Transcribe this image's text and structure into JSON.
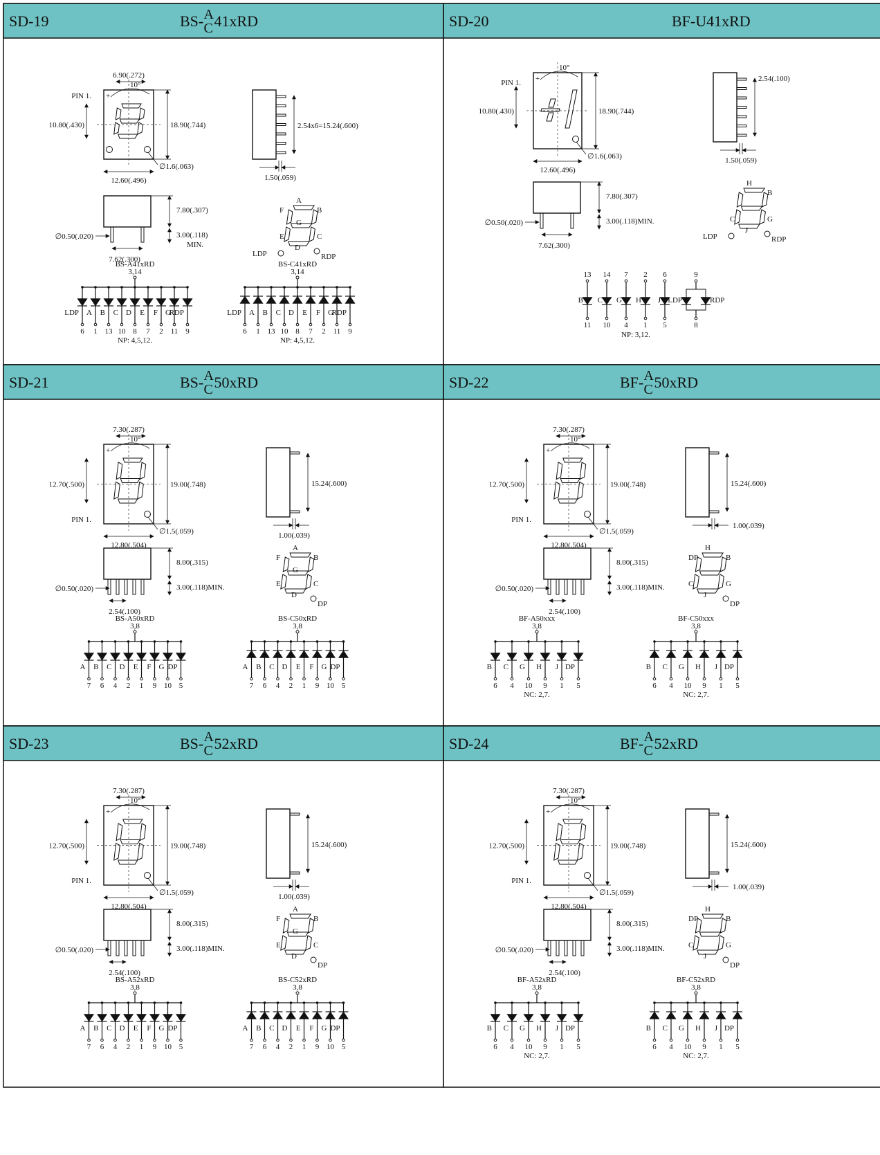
{
  "panels": [
    {
      "id": "SD-19",
      "title": {
        "prefix": "BS-",
        "sup": "A",
        "sub": "C",
        "suffix": "41xRD"
      },
      "front": {
        "width_dim": "6.90(.272)",
        "pin1": "PIN 1.",
        "angle": "10°",
        "height_dim": "10.80(.430)",
        "total_height": "18.90(.744)",
        "base_width": "12.60(.496)",
        "hole": "∅1.6(.063)"
      },
      "side": {
        "pitch": "2.54x6=15.24(.600)",
        "thickness": "1.50(.059)"
      },
      "bottom": {
        "height": "7.80(.307)",
        "pin_dia": "∅0.50(.020)",
        "pin_len": "3.00(.118)",
        "pin_len2": "MIN.",
        "spacing": "7.62(.300)"
      },
      "segment": {
        "labels": [
          "A",
          "B",
          "C",
          "D",
          "E",
          "F",
          "G"
        ],
        "ldp": "LDP",
        "rdp": "RDP"
      },
      "circuits": [
        {
          "name": "BS-A41xRD",
          "common": "3,14",
          "labels": [
            "LDP",
            "A",
            "B",
            "C",
            "D",
            "E",
            "F",
            "G",
            "RDP"
          ],
          "pins": [
            "6",
            "1",
            "13",
            "10",
            "8",
            "7",
            "2",
            "11",
            "9"
          ],
          "note": "NP: 4,5,12.",
          "polarity": "anode"
        },
        {
          "name": "BS-C41xRD",
          "common": "3,14",
          "labels": [
            "LDP",
            "A",
            "B",
            "C",
            "D",
            "E",
            "F",
            "G",
            "RDP"
          ],
          "pins": [
            "6",
            "1",
            "13",
            "10",
            "8",
            "7",
            "2",
            "11",
            "9"
          ],
          "note": "NP: 4,5,12.",
          "polarity": "cathode"
        }
      ]
    },
    {
      "id": "SD-20",
      "title": {
        "prefix": "BF-U41xRD",
        "sup": "",
        "sub": "",
        "suffix": ""
      },
      "front": {
        "width_dim": "",
        "pin1": "PIN 1.",
        "angle": "10°",
        "height_dim": "10.80(.430)",
        "total_height": "18.90(.744)",
        "base_width": "12.60(.496)",
        "hole": "∅1.6(.063)"
      },
      "side": {
        "pitch": "2.54(.100)",
        "thickness": "1.50(.059)"
      },
      "bottom": {
        "height": "7.80(.307)",
        "pin_dia": "∅0.50(.020)",
        "pin_len": "3.00(.118)MIN.",
        "pin_len2": "",
        "spacing": "7.62(.300)"
      },
      "segment": {
        "labels": [
          "H",
          "B",
          "G",
          "J",
          "C"
        ],
        "ldp": "LDP",
        "rdp": "RDP"
      },
      "circuits": [
        {
          "name": "",
          "common": "",
          "top_pins": [
            "13",
            "14",
            "7",
            "2",
            "6",
            "9"
          ],
          "labels": [
            "B",
            "C",
            "G",
            "H",
            "J",
            "LDP",
            "RDP"
          ],
          "pins": [
            "11",
            "10",
            "4",
            "1",
            "5",
            "8"
          ],
          "note": "NP: 3,12.",
          "polarity": "pair"
        }
      ]
    },
    {
      "id": "SD-21",
      "title": {
        "prefix": "BS-",
        "sup": "A",
        "sub": "C",
        "suffix": "50xRD"
      },
      "front": {
        "width_dim": "7.30(.287)",
        "pin1": "PIN 1.",
        "angle": "10°",
        "height_dim": "12.70(.500)",
        "total_height": "19.00(.748)",
        "base_width": "12.80(.504)",
        "hole": "∅1.5(.059)"
      },
      "side": {
        "pitch": "15.24(.600)",
        "thickness": "1.00(.039)"
      },
      "bottom": {
        "height": "8.00(.315)",
        "pin_dia": "∅0.50(.020)",
        "pin_len": "3.00(.118)MIN.",
        "pin_len2": "",
        "spacing": "2.54(.100)"
      },
      "segment": {
        "labels": [
          "A",
          "B",
          "C",
          "D",
          "E",
          "F",
          "G"
        ],
        "ldp": "",
        "rdp": "DP"
      },
      "circuits": [
        {
          "name": "BS-A50xRD",
          "common": "3,8",
          "labels": [
            "A",
            "B",
            "C",
            "D",
            "E",
            "F",
            "G",
            "DP"
          ],
          "pins": [
            "7",
            "6",
            "4",
            "2",
            "1",
            "9",
            "10",
            "5"
          ],
          "note": "",
          "polarity": "anode"
        },
        {
          "name": "BS-C50xRD",
          "common": "3,8",
          "labels": [
            "A",
            "B",
            "C",
            "D",
            "E",
            "F",
            "G",
            "DP"
          ],
          "pins": [
            "7",
            "6",
            "4",
            "2",
            "1",
            "9",
            "10",
            "5"
          ],
          "note": "",
          "polarity": "cathode"
        }
      ]
    },
    {
      "id": "SD-22",
      "title": {
        "prefix": "BF-",
        "sup": "A",
        "sub": "C",
        "suffix": "50xRD"
      },
      "front": {
        "width_dim": "7.30(.287)",
        "pin1": "PIN 1.",
        "angle": "10°",
        "height_dim": "12.70(.500)",
        "total_height": "19.00(.748)",
        "base_width": "12.80(.504)",
        "hole": "∅1.5(.059)"
      },
      "side": {
        "pitch": "15.24(.600)",
        "thickness": "1.00(.039)"
      },
      "bottom": {
        "height": "8.00(.315)",
        "pin_dia": "∅0.50(.020)",
        "pin_len": "3.00(.118)MIN.",
        "pin_len2": "",
        "spacing": "2.54(.100)"
      },
      "segment": {
        "labels": [
          "H",
          "B",
          "G",
          "J",
          "C",
          "DP"
        ],
        "ldp": "",
        "rdp": "DP"
      },
      "circuits": [
        {
          "name": "BF-A50xxx",
          "common": "3,8",
          "labels": [
            "B",
            "C",
            "G",
            "H",
            "J",
            "DP"
          ],
          "pins": [
            "6",
            "4",
            "10",
            "9",
            "1",
            "5"
          ],
          "note": "NC: 2,7.",
          "polarity": "anode"
        },
        {
          "name": "BF-C50xxx",
          "common": "3,8",
          "labels": [
            "B",
            "C",
            "G",
            "H",
            "J",
            "DP"
          ],
          "pins": [
            "6",
            "4",
            "10",
            "9",
            "1",
            "5"
          ],
          "note": "NC: 2,7.",
          "polarity": "cathode"
        }
      ]
    },
    {
      "id": "SD-23",
      "title": {
        "prefix": "BS-",
        "sup": "A",
        "sub": "C",
        "suffix": "52xRD"
      },
      "front": {
        "width_dim": "7.30(.287)",
        "pin1": "PIN 1.",
        "angle": "10°",
        "height_dim": "12.70(.500)",
        "total_height": "19.00(.748)",
        "base_width": "12.80(.504)",
        "hole": "∅1.5(.059)"
      },
      "side": {
        "pitch": "15.24(.600)",
        "thickness": "1.00(.039)"
      },
      "bottom": {
        "height": "8.00(.315)",
        "pin_dia": "∅0.50(.020)",
        "pin_len": "3.00(.118)MIN.",
        "pin_len2": "",
        "spacing": "2.54(.100)"
      },
      "segment": {
        "labels": [
          "A",
          "B",
          "C",
          "D",
          "E",
          "F",
          "G"
        ],
        "ldp": "",
        "rdp": "DP"
      },
      "circuits": [
        {
          "name": "BS-A52xRD",
          "common": "3,8",
          "labels": [
            "A",
            "B",
            "C",
            "D",
            "E",
            "F",
            "G",
            "DP"
          ],
          "pins": [
            "7",
            "6",
            "4",
            "2",
            "1",
            "9",
            "10",
            "5"
          ],
          "note": "",
          "polarity": "anode"
        },
        {
          "name": "BS-C52xRD",
          "common": "3,8",
          "labels": [
            "A",
            "B",
            "C",
            "D",
            "E",
            "F",
            "G",
            "DP"
          ],
          "pins": [
            "7",
            "6",
            "4",
            "2",
            "1",
            "9",
            "10",
            "5"
          ],
          "note": "",
          "polarity": "cathode"
        }
      ]
    },
    {
      "id": "SD-24",
      "title": {
        "prefix": "BF-",
        "sup": "A",
        "sub": "C",
        "suffix": "52xRD"
      },
      "front": {
        "width_dim": "7.30(.287)",
        "pin1": "PIN 1.",
        "angle": "10°",
        "height_dim": "12.70(.500)",
        "total_height": "19.00(.748)",
        "base_width": "12.80(.504)",
        "hole": "∅1.5(.059)"
      },
      "side": {
        "pitch": "15.24(.600)",
        "thickness": "1.00(.039)"
      },
      "bottom": {
        "height": "8.00(.315)",
        "pin_dia": "∅0.50(.020)",
        "pin_len": "3.00(.118)MIN.",
        "pin_len2": "",
        "spacing": "2.54(.100)"
      },
      "segment": {
        "labels": [
          "H",
          "B",
          "G",
          "J",
          "C",
          "DP"
        ],
        "ldp": "",
        "rdp": "DP"
      },
      "circuits": [
        {
          "name": "BF-A52xRD",
          "common": "3,8",
          "labels": [
            "B",
            "C",
            "G",
            "H",
            "J",
            "DP"
          ],
          "pins": [
            "6",
            "4",
            "10",
            "9",
            "1",
            "5"
          ],
          "note": "NC: 2,7.",
          "polarity": "anode"
        },
        {
          "name": "BF-C52xRD",
          "common": "3,8",
          "labels": [
            "B",
            "C",
            "G",
            "H",
            "J",
            "DP"
          ],
          "pins": [
            "6",
            "4",
            "10",
            "9",
            "1",
            "5"
          ],
          "note": "NC: 2,7.",
          "polarity": "cathode"
        }
      ]
    }
  ]
}
